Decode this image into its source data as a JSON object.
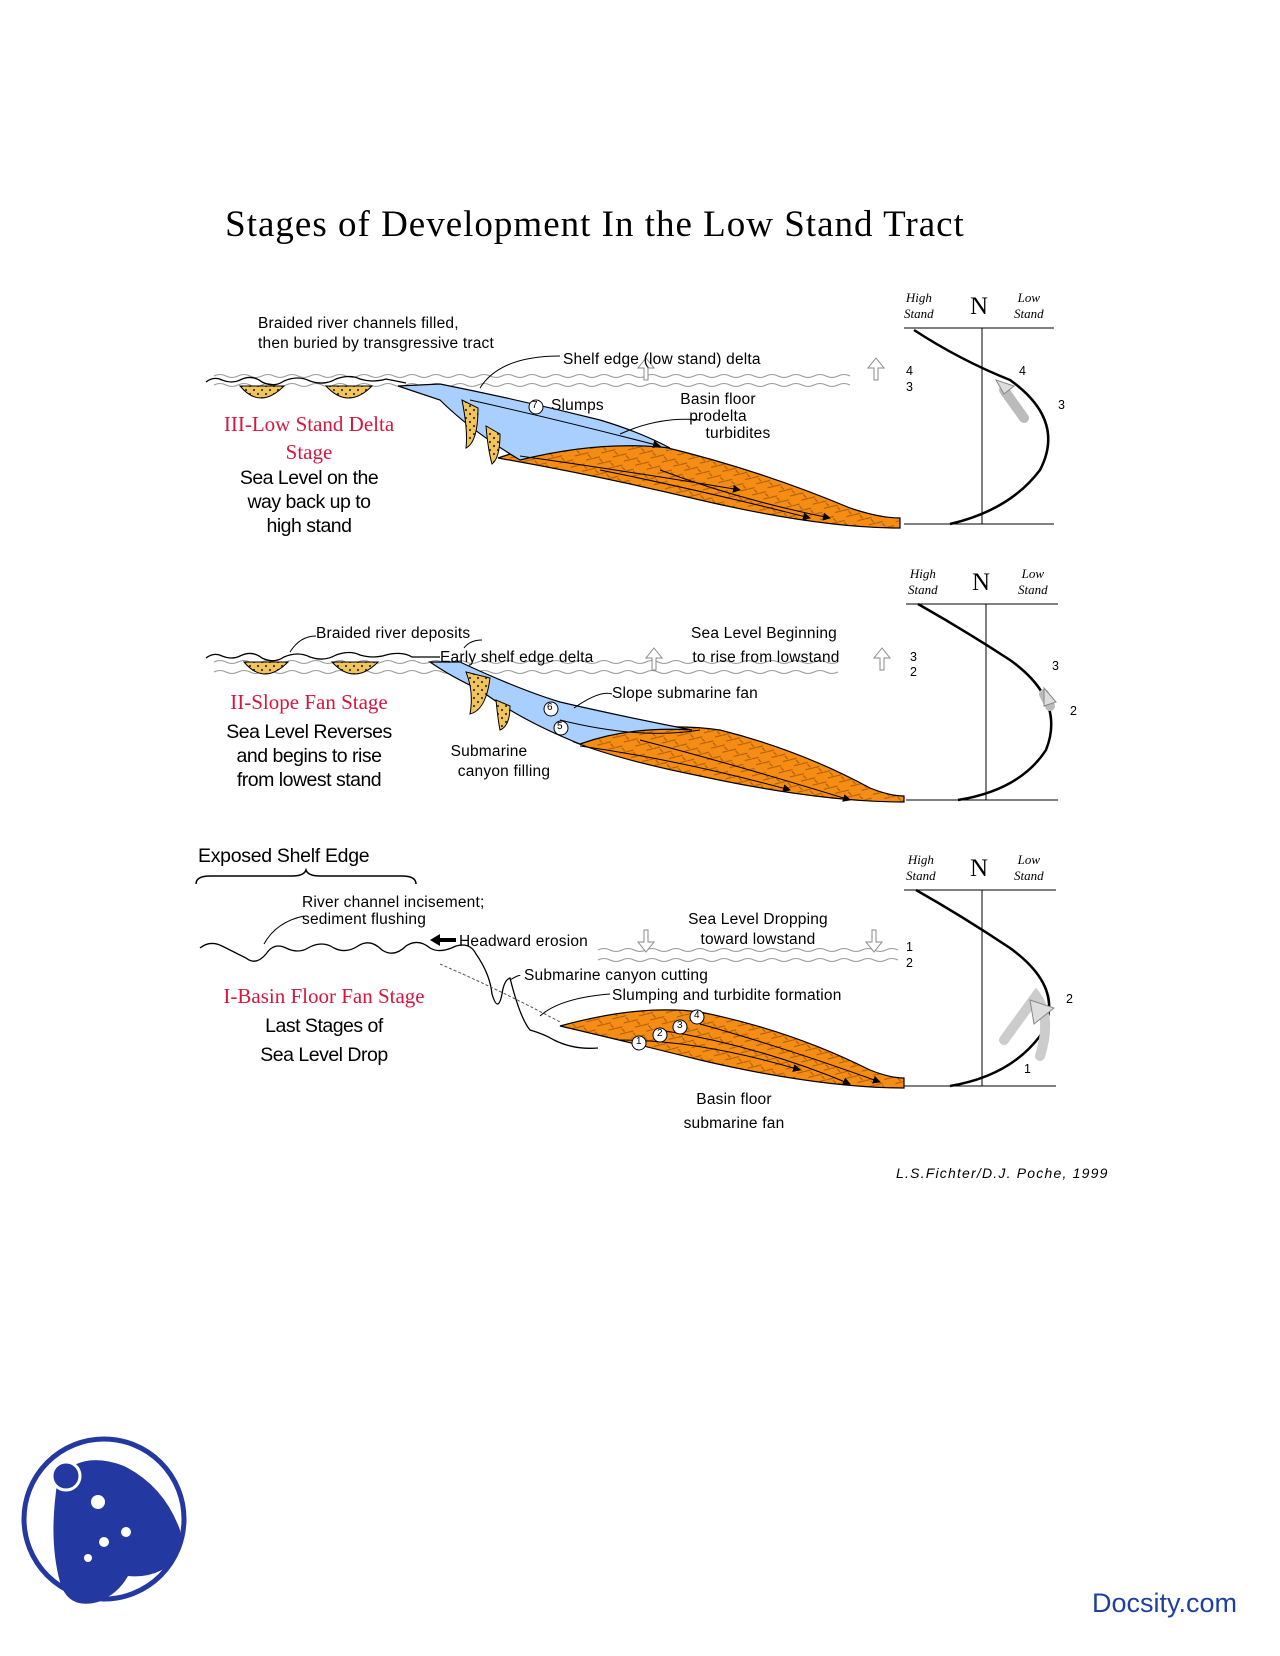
{
  "title": "Stages of Development In the Low Stand Tract",
  "credit": "L.S.Fichter/D.J. Poche, 1999",
  "brand": "Docsity.com",
  "colors": {
    "stage_title": "#d6163f",
    "sand": "#f2c45a",
    "fan": "#f58c14",
    "shelf_water": "#a9cfff",
    "brand": "#1e3fa0"
  },
  "curve_panel": {
    "high": "High",
    "low": "Low",
    "stand": "Stand",
    "n": "N"
  },
  "stage3": {
    "title_line1": "III-Low Stand Delta",
    "title_line2": "Stage",
    "desc_line1": "Sea Level on the",
    "desc_line2": "way back up to",
    "desc_line3": "high stand",
    "braided_line1": "Braided river channels filled,",
    "braided_line2": "then buried by transgressive tract",
    "shelf_edge": "Shelf edge (low stand) delta",
    "slumps": "Slumps",
    "basin_line1": "Basin floor",
    "basin_line2": "prodelta",
    "basin_line3": "turbidites",
    "circle": "7",
    "level_top": "4",
    "level_bottom": "3",
    "curve_num_a": "4",
    "curve_num_b": "3"
  },
  "stage2": {
    "title": "II-Slope Fan Stage",
    "desc_line1": "Sea Level Reverses",
    "desc_line2": "and begins to rise",
    "desc_line3": "from lowest stand",
    "braided": "Braided river deposits",
    "early_delta": "Early shelf edge delta",
    "sea_line1": "Sea Level Beginning",
    "sea_line2": "to rise from lowstand",
    "slope_fan": "Slope submarine fan",
    "canyon_line1": "Submarine",
    "canyon_line2": "canyon filling",
    "circle_a": "6",
    "circle_b": "5",
    "level_top": "3",
    "level_bottom": "2",
    "curve_num_a": "3",
    "curve_num_b": "2"
  },
  "stage1": {
    "exposed": "Exposed Shelf Edge",
    "title": "I-Basin Floor Fan Stage",
    "desc_line1": "Last Stages of",
    "desc_line2": "Sea Level Drop",
    "incise_line1": "River channel incisement;",
    "incise_line2": "sediment flushing",
    "headward": "Headward erosion",
    "sea_line1": "Sea Level Dropping",
    "sea_line2": "toward lowstand",
    "canyon_cut": "Submarine canyon cutting",
    "slumping": "Slumping and turbidite formation",
    "basin_line1": "Basin floor",
    "basin_line2": "submarine fan",
    "circle_1": "1",
    "circle_2": "2",
    "circle_3": "3",
    "circle_4": "4",
    "level_top": "1",
    "level_bottom": "2",
    "curve_num_a": "2",
    "curve_num_b": "1"
  }
}
